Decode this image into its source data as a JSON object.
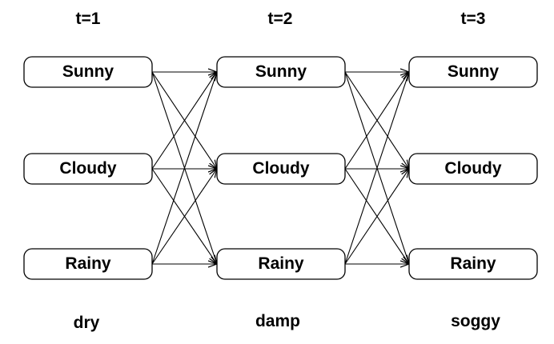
{
  "time_steps": [
    {
      "label": "t=1",
      "states": [
        "Sunny",
        "Cloudy",
        "Rainy"
      ],
      "observation": "dry"
    },
    {
      "label": "t=2",
      "states": [
        "Sunny",
        "Cloudy",
        "Rainy"
      ],
      "observation": "damp"
    },
    {
      "label": "t=3",
      "states": [
        "Sunny",
        "Cloudy",
        "Rainy"
      ],
      "observation": "soggy"
    }
  ],
  "transitions": "every state at each time step connects by an arrow to every state at the next time step"
}
